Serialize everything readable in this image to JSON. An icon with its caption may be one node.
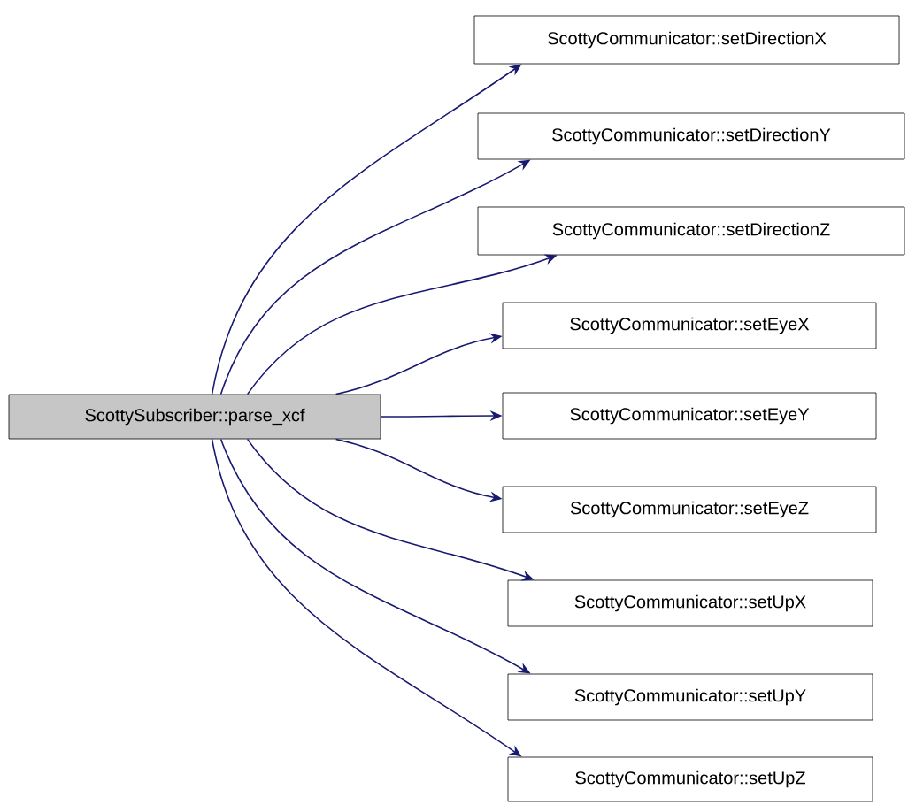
{
  "diagram": {
    "nodes": [
      {
        "text": [
          "ScottySubscriber::parse_xcf"
        ]
      },
      {
        "text": [
          "ScottyCommunicator::setDirectionX"
        ]
      },
      {
        "text": [
          "ScottyCommunicator::setDirectionY"
        ]
      },
      {
        "text": [
          "ScottyCommunicator::setDirectionZ"
        ]
      },
      {
        "text": [
          "ScottyCommunicator::setEyeX"
        ]
      },
      {
        "text": [
          "ScottyCommunicator::setEyeY"
        ]
      },
      {
        "text": [
          "ScottyCommunicator::setEyeZ"
        ]
      },
      {
        "text": [
          "ScottyCommunicator::setUpX"
        ]
      },
      {
        "text": [
          "ScottyCommunicator::setUpY"
        ]
      },
      {
        "text": [
          "ScottyCommunicator::setUpZ"
        ]
      }
    ],
    "edges": [
      {
        "from": 0,
        "to": 1,
        "arrow": "to"
      },
      {
        "from": 0,
        "to": 2,
        "arrow": "to"
      },
      {
        "from": 0,
        "to": 3,
        "arrow": "to"
      },
      {
        "from": 0,
        "to": 4,
        "arrow": "to"
      },
      {
        "from": 0,
        "to": 5,
        "arrow": "to"
      },
      {
        "from": 0,
        "to": 6,
        "arrow": "to"
      },
      {
        "from": 0,
        "to": 7,
        "arrow": "to"
      },
      {
        "from": 0,
        "to": 8,
        "arrow": "to"
      },
      {
        "from": 0,
        "to": 9,
        "arrow": "to"
      }
    ]
  }
}
